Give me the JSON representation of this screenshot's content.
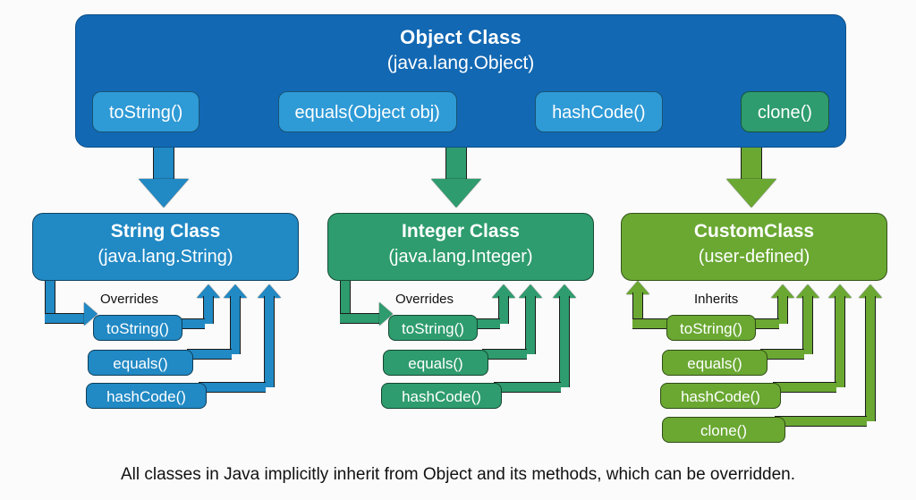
{
  "colors": {
    "background": "#fbfbfb",
    "object_blue": "#1268b3",
    "object_pill_blue": "#2e9ad6",
    "object_pill_green": "#2e9c6e",
    "string_blue": "#2189c4",
    "integer_green": "#2e9c6e",
    "custom_green": "#6aa832",
    "text_white": "#ffffff",
    "text_dark": "#111111"
  },
  "root": {
    "title": "Object Class",
    "subtitle": "(java.lang.Object)",
    "methods": [
      {
        "label": "toString()",
        "color": "blue"
      },
      {
        "label": "equals(Object obj)",
        "color": "blue"
      },
      {
        "label": "hashCode()",
        "color": "blue"
      },
      {
        "label": "clone()",
        "color": "green"
      }
    ]
  },
  "children": [
    {
      "title": "String Class",
      "subtitle": "(java.lang.String)",
      "relation": "Overrides",
      "methods": [
        "toString()",
        "equals()",
        "hashCode()"
      ]
    },
    {
      "title": "Integer Class",
      "subtitle": "(java.lang.Integer)",
      "relation": "Overrides",
      "methods": [
        "toString()",
        "equals()",
        "hashCode()"
      ]
    },
    {
      "title": "CustomClass",
      "subtitle": "(user-defined)",
      "relation": "Inherits",
      "methods": [
        "toString()",
        "equals()",
        "hashCode()",
        "clone()"
      ]
    }
  ],
  "caption": "All classes in Java implicitly inherit from Object and its methods, which can be overridden."
}
